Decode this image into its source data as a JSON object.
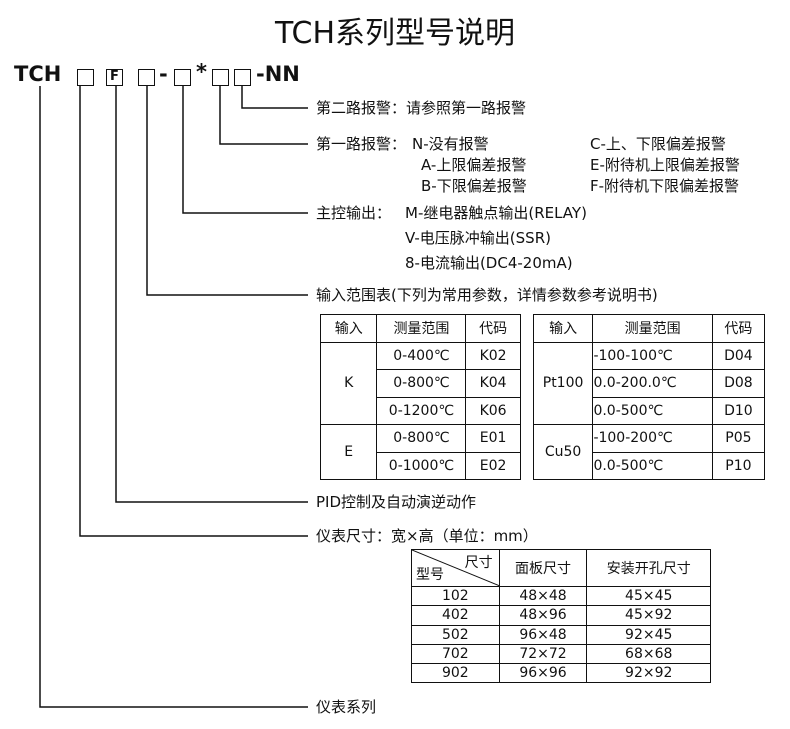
{
  "title": "TCH系列型号说明",
  "model_code": {
    "prefix": "TCH",
    "f_mark": "F",
    "dash1": "-",
    "star": "*",
    "suffix": "-NN"
  },
  "callouts": {
    "alarm2": "第二路报警：请参照第一路报警",
    "alarm1_label": "第一路报警：",
    "alarm1_options": [
      "N-没有报警",
      "A-上限偏差报警",
      "B-下限偏差报警",
      "C-上、下限偏差报警",
      "E-附待机上限偏差报警",
      "F-附待机下限偏差报警"
    ],
    "control_label": "主控输出：",
    "control_options": [
      "M-继电器触点输出(RELAY)",
      "V-电压脉冲输出(SSR)",
      "8-电流输出(DC4-20mA)"
    ],
    "input_range": "输入范围表(下列为常用参数，详情参数参考说明书)",
    "pid": "PID控制及自动演逆动作",
    "dimensions": "仪表尺寸：宽×高（单位：mm）",
    "series": "仪表系列"
  },
  "range_table": {
    "headers": [
      "输入",
      "测量范围",
      "代码",
      "输入",
      "测量范围",
      "代码"
    ],
    "left": [
      {
        "input": "K",
        "rows": [
          [
            "0-400℃",
            "K02"
          ],
          [
            "0-800℃",
            "K04"
          ],
          [
            "0-1200℃",
            "K06"
          ]
        ]
      },
      {
        "input": "E",
        "rows": [
          [
            "0-800℃",
            "E01"
          ],
          [
            "0-1000℃",
            "E02"
          ]
        ]
      }
    ],
    "right": [
      {
        "input": "Pt100",
        "rows": [
          [
            "-100-100℃",
            "D04"
          ],
          [
            "0.0-200.0℃",
            "D08"
          ],
          [
            "0.0-500℃",
            "D10"
          ]
        ]
      },
      {
        "input": "Cu50",
        "rows": [
          [
            "-100-200℃",
            "P05"
          ],
          [
            "0.0-500℃",
            "P10"
          ]
        ]
      }
    ]
  },
  "size_table": {
    "corner_top": "尺寸",
    "corner_bottom": "型号",
    "headers": [
      "面板尺寸",
      "安装开孔尺寸"
    ],
    "rows": [
      [
        "102",
        "48×48",
        "45×45"
      ],
      [
        "402",
        "48×96",
        "45×92"
      ],
      [
        "502",
        "96×48",
        "92×45"
      ],
      [
        "702",
        "72×72",
        "68×68"
      ],
      [
        "902",
        "96×96",
        "92×92"
      ]
    ]
  }
}
